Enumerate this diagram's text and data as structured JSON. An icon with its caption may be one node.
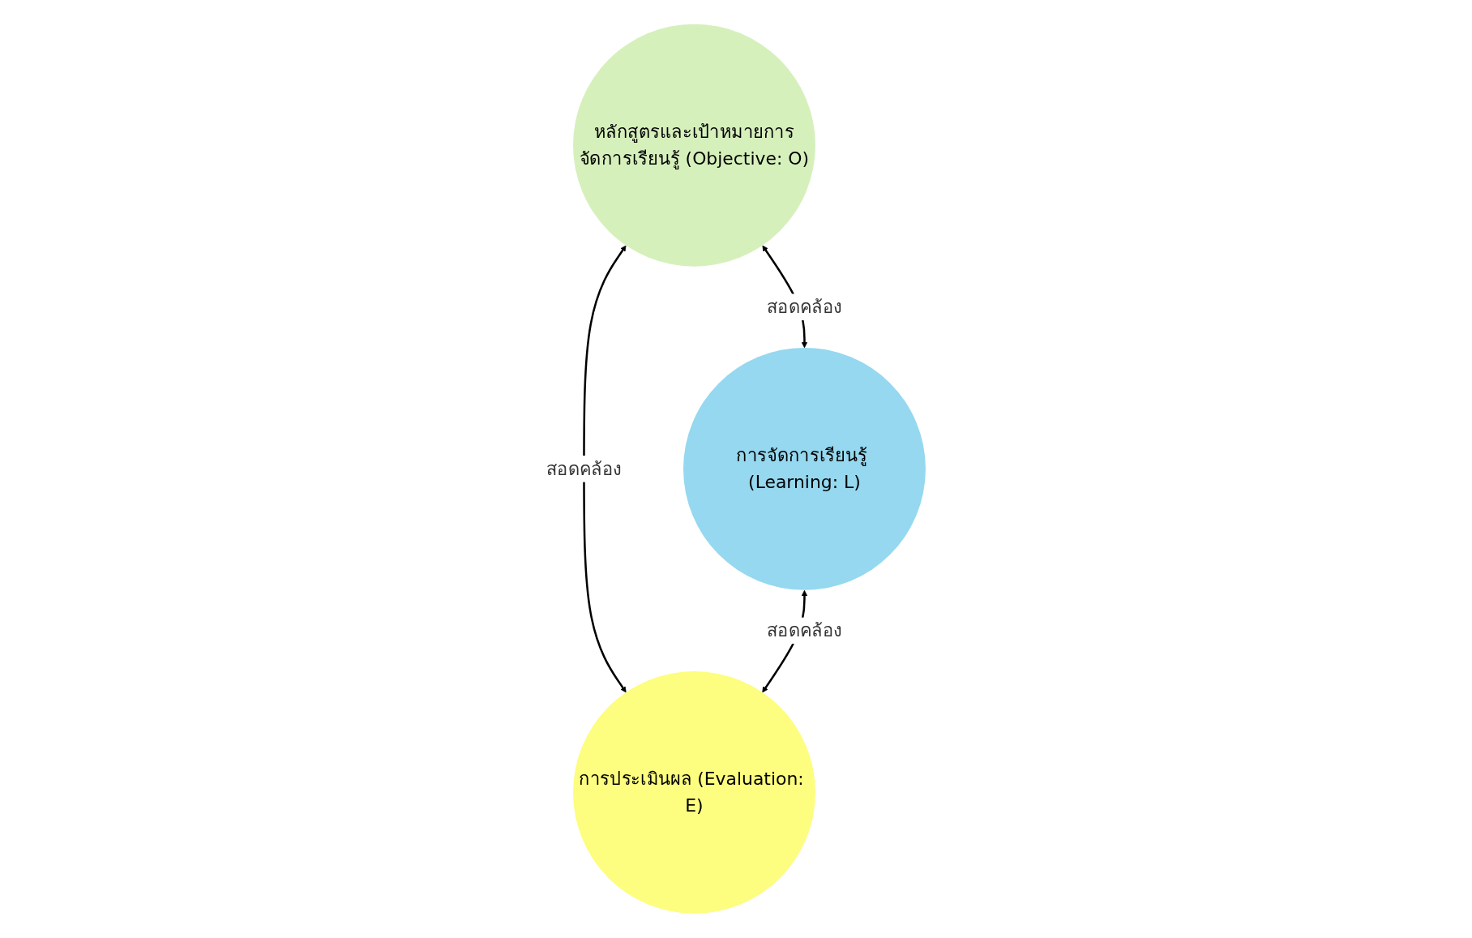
{
  "diagram": {
    "nodes": [
      {
        "text": [
          "หลักสูตรและเป้าหมายการจัดการเรียนรู้ (Objective: O)"
        ]
      },
      {
        "text": [
          "การจัดการเรียนรู้ (Learning: L)"
        ]
      },
      {
        "text": [
          "การประเมินผล (Evaluation: E)"
        ]
      }
    ],
    "edges": [
      {
        "from": 0,
        "to": 1,
        "arrow": "both",
        "label": "สอดคล้อง"
      },
      {
        "from": 0,
        "to": 2,
        "arrow": "both",
        "label": "สอดคล้อง"
      },
      {
        "from": 1,
        "to": 2,
        "arrow": "both",
        "label": "สอดคล้อง"
      }
    ]
  }
}
